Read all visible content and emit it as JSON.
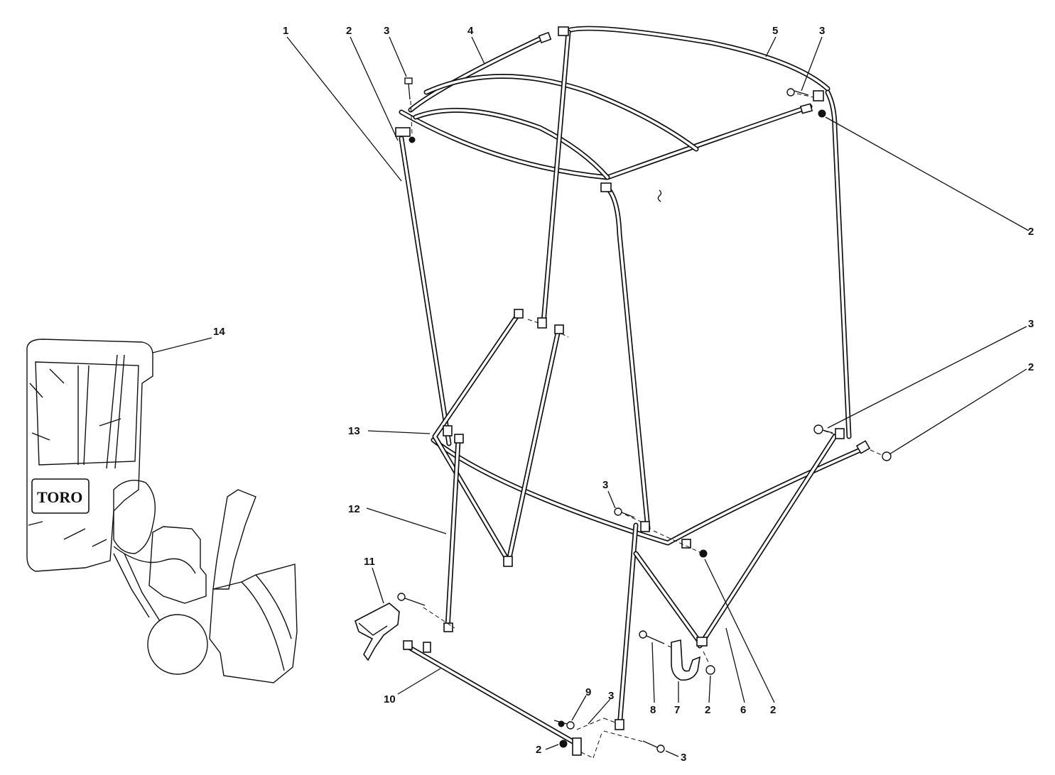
{
  "callouts": [
    {
      "id": "c1",
      "label": "1"
    },
    {
      "id": "c2a",
      "label": "2"
    },
    {
      "id": "c3a",
      "label": "3"
    },
    {
      "id": "c4",
      "label": "4"
    },
    {
      "id": "c5",
      "label": "5"
    },
    {
      "id": "c3b",
      "label": "3"
    },
    {
      "id": "c2b",
      "label": "2"
    },
    {
      "id": "c14",
      "label": "14"
    },
    {
      "id": "c3c",
      "label": "3"
    },
    {
      "id": "c2c",
      "label": "2"
    },
    {
      "id": "c13",
      "label": "13"
    },
    {
      "id": "c3d",
      "label": "3"
    },
    {
      "id": "c12",
      "label": "12"
    },
    {
      "id": "c11",
      "label": "11"
    },
    {
      "id": "c10",
      "label": "10"
    },
    {
      "id": "c9",
      "label": "9"
    },
    {
      "id": "c3e",
      "label": "3"
    },
    {
      "id": "c2d",
      "label": "2"
    },
    {
      "id": "c3f",
      "label": "3"
    },
    {
      "id": "c8",
      "label": "8"
    },
    {
      "id": "c7",
      "label": "7"
    },
    {
      "id": "c2e",
      "label": "2"
    },
    {
      "id": "c6",
      "label": "6"
    },
    {
      "id": "c2f",
      "label": "2"
    }
  ],
  "brand_plate": {
    "text": "TORO"
  },
  "colors": {
    "ink": "#111111",
    "paper": "#ffffff"
  }
}
